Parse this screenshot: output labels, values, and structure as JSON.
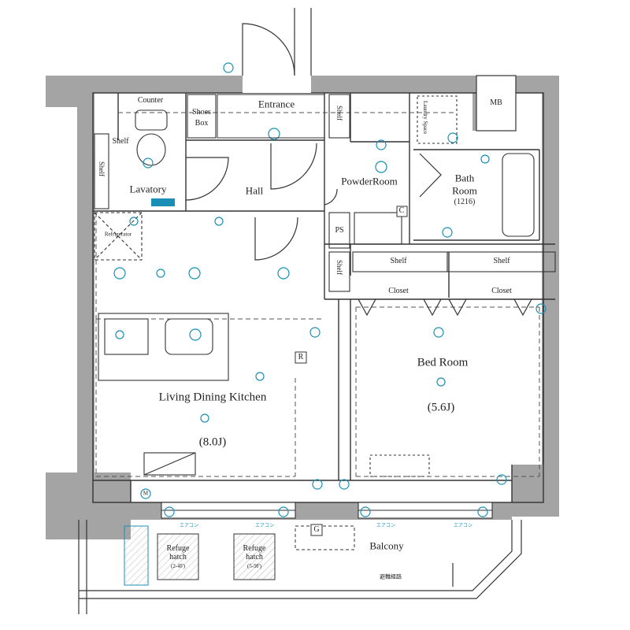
{
  "rooms": {
    "entrance": "Entrance",
    "hall": "Hall",
    "lavatory": "Lavatory",
    "powder_room": "PowderRoom",
    "bath_room": "Bath",
    "bath_room_2": "Room",
    "bath_size": "(1216)",
    "ldk": "Living Dining Kitchen",
    "ldk_size": "(8.0J)",
    "bed_room": "Bed Room",
    "bed_size": "(5.6J)",
    "balcony": "Balcony"
  },
  "fixtures": {
    "counter": "Counter",
    "shoes_box_1": "Shoes",
    "shoes_box_2": "Box",
    "shelf": "Shelf",
    "closet": "Closet",
    "ps": "PS",
    "mb": "MB",
    "refrigerator": "Refrigerator",
    "laundry": "Laundry Space",
    "refuge_hatch_1": [
      "Refuge",
      "hatch",
      "(2-4F)"
    ],
    "refuge_hatch_2": [
      "Refuge",
      "hatch",
      "(5-9F)"
    ],
    "marker_r": "R",
    "marker_c": "C",
    "marker_g": "G",
    "marker_m": "M",
    "ac_label": "エアコン",
    "balcony_note": "避難経路"
  },
  "colors": {
    "wall": "#a4a4a4",
    "line": "#333333",
    "symbol": "#1a8fb5"
  }
}
